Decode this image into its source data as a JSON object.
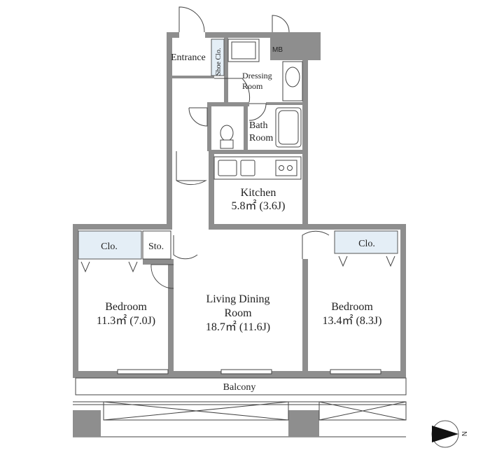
{
  "rooms": {
    "entrance": "Entrance",
    "shoe_closet": "Shoe Clo.",
    "mb": "MB",
    "dressing_room": [
      "Dressing",
      "Room"
    ],
    "bath_room": [
      "Bath",
      "Room"
    ],
    "kitchen": {
      "name": "Kitchen",
      "area": "5.8㎡ (3.6J)"
    },
    "storage": "Sto.",
    "closet_left": "Clo.",
    "closet_right": "Clo.",
    "bedroom_left": {
      "name": "Bedroom",
      "area": "11.3㎡ (7.0J)"
    },
    "living_dining": {
      "name": [
        "Living Dining",
        "Room"
      ],
      "area": "18.7㎡ (11.6J)"
    },
    "bedroom_right": {
      "name": "Bedroom",
      "area": "13.4㎡ (8.3J)"
    },
    "balcony": "Balcony"
  },
  "compass": {
    "label": "N"
  },
  "colors": {
    "wall": "#8e8e8e",
    "closet_fill": "#e4eef6",
    "text": "#222222"
  }
}
